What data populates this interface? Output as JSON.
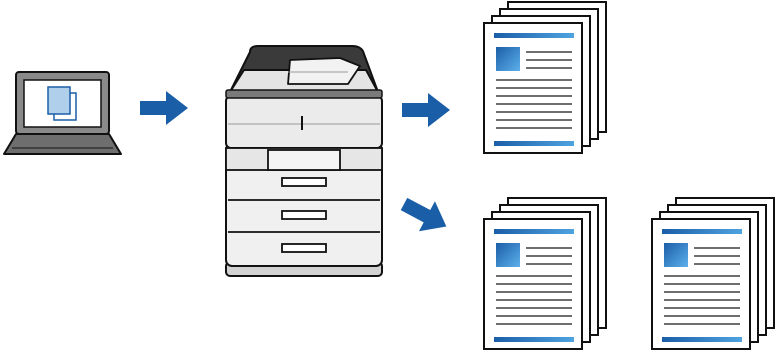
{
  "diagram": {
    "nodes": [
      {
        "id": "computer",
        "icon": "laptop-icon"
      },
      {
        "id": "printer",
        "icon": "printer-icon"
      },
      {
        "id": "output-set-1",
        "icon": "document-stack-icon"
      },
      {
        "id": "output-set-2",
        "icon": "document-stack-icon"
      },
      {
        "id": "output-set-3",
        "icon": "document-stack-icon"
      }
    ],
    "edges": [
      {
        "from": "computer",
        "to": "printer"
      },
      {
        "from": "printer",
        "to": "output-set-1"
      },
      {
        "from": "printer",
        "to": "output-set-2"
      }
    ]
  },
  "colors": {
    "accent_blue": "#1B5EA8",
    "light_blue": "#AFCFEA",
    "laptop_gray": "#8A8A8A",
    "laptop_base": "#6E6E6E",
    "printer_gray": "#EBEBEB",
    "printer_dark": "#7A7A7A",
    "outline": "#111111",
    "line_gray": "#6E6E6E"
  }
}
